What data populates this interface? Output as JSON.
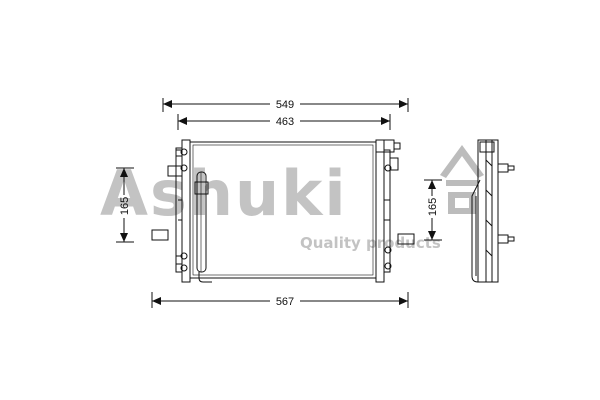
{
  "dimensions": {
    "overall_width": "549",
    "core_width": "463",
    "total_width": "567",
    "height_front": "165",
    "height_side": "165"
  },
  "watermark": {
    "brand": "Ashuki",
    "tagline": "Quality products"
  },
  "colors": {
    "line": "#111111",
    "watermark": "#b5b5b5"
  }
}
